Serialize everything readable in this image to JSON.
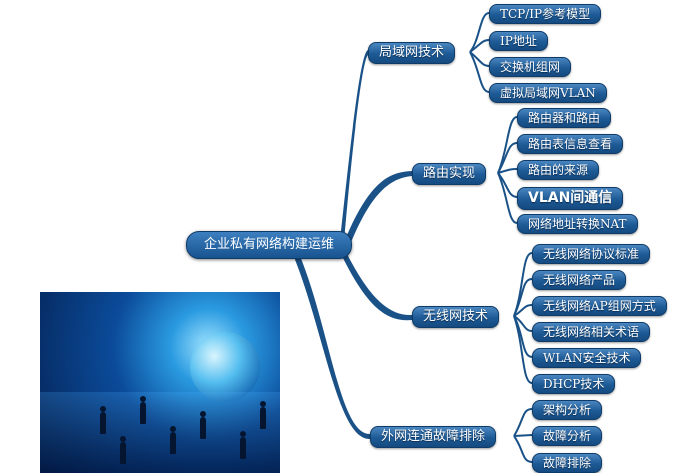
{
  "center": "企业私有网络构建运维",
  "branches": [
    {
      "label": "局域网技术",
      "children": [
        "TCP/IP参考模型",
        "IP地址",
        "交换机组网",
        "虚拟局域网VLAN"
      ]
    },
    {
      "label": "路由实现",
      "children": [
        "路由器和路由",
        "路由表信息查看",
        "路由的来源",
        "VLAN间通信",
        "网络地址转换NAT"
      ]
    },
    {
      "label": "无线网技术",
      "children": [
        "无线网络协议标准",
        "无线网络产品",
        "无线网络AP组网方式",
        "无线网络相关术语",
        "WLAN安全技术",
        "DHCP技术"
      ]
    },
    {
      "label": "外网连通故障排除",
      "children": [
        "架构分析",
        "故障分析",
        "故障排除"
      ]
    }
  ],
  "colors": {
    "node": "#1d5a95",
    "link": "#1a5288"
  }
}
